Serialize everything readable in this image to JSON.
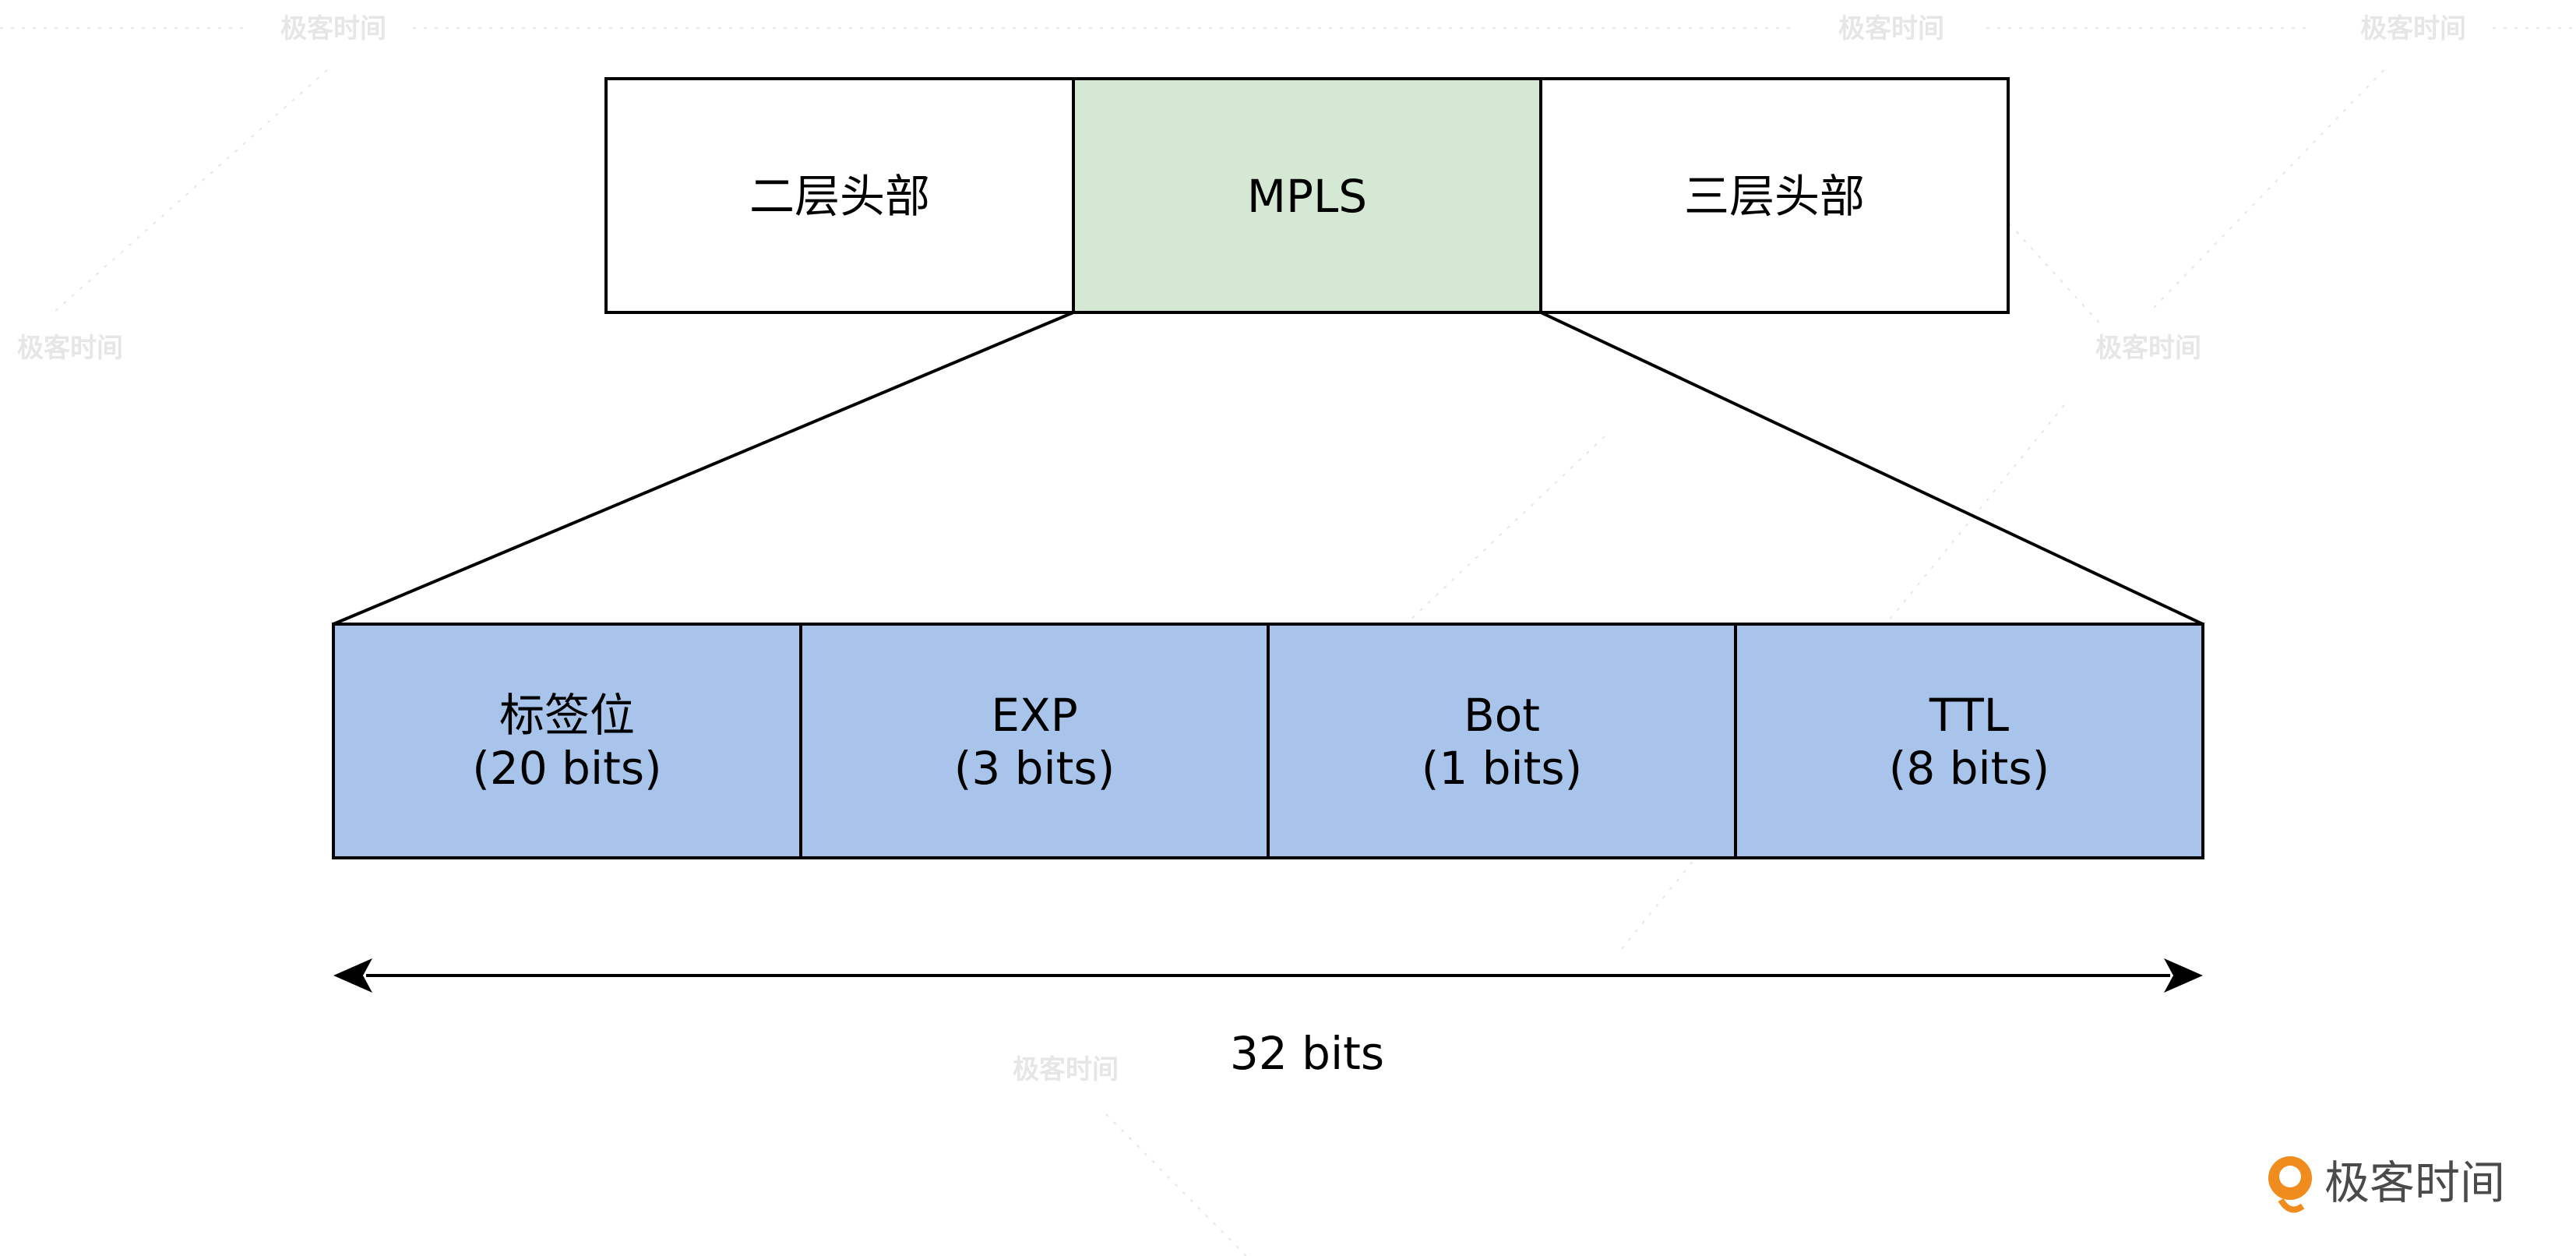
{
  "top_row": {
    "cells": [
      {
        "label": "二层头部",
        "fill": "#ffffff"
      },
      {
        "label": "MPLS",
        "fill": "#d5e8d4"
      },
      {
        "label": "三层头部",
        "fill": "#ffffff"
      }
    ]
  },
  "mpls_fields": [
    {
      "name": "标签位",
      "bits": "(20 bits)"
    },
    {
      "name": "EXP",
      "bits": "(3 bits)"
    },
    {
      "name": "Bot",
      "bits": "(1 bits)"
    },
    {
      "name": "TTL",
      "bits": "(8 bits)"
    }
  ],
  "field_fill": "#a9c4eb",
  "total_label": "32 bits",
  "watermark": "极客时间",
  "logo": {
    "text": "极客时间",
    "accent": "#f08c1e"
  }
}
